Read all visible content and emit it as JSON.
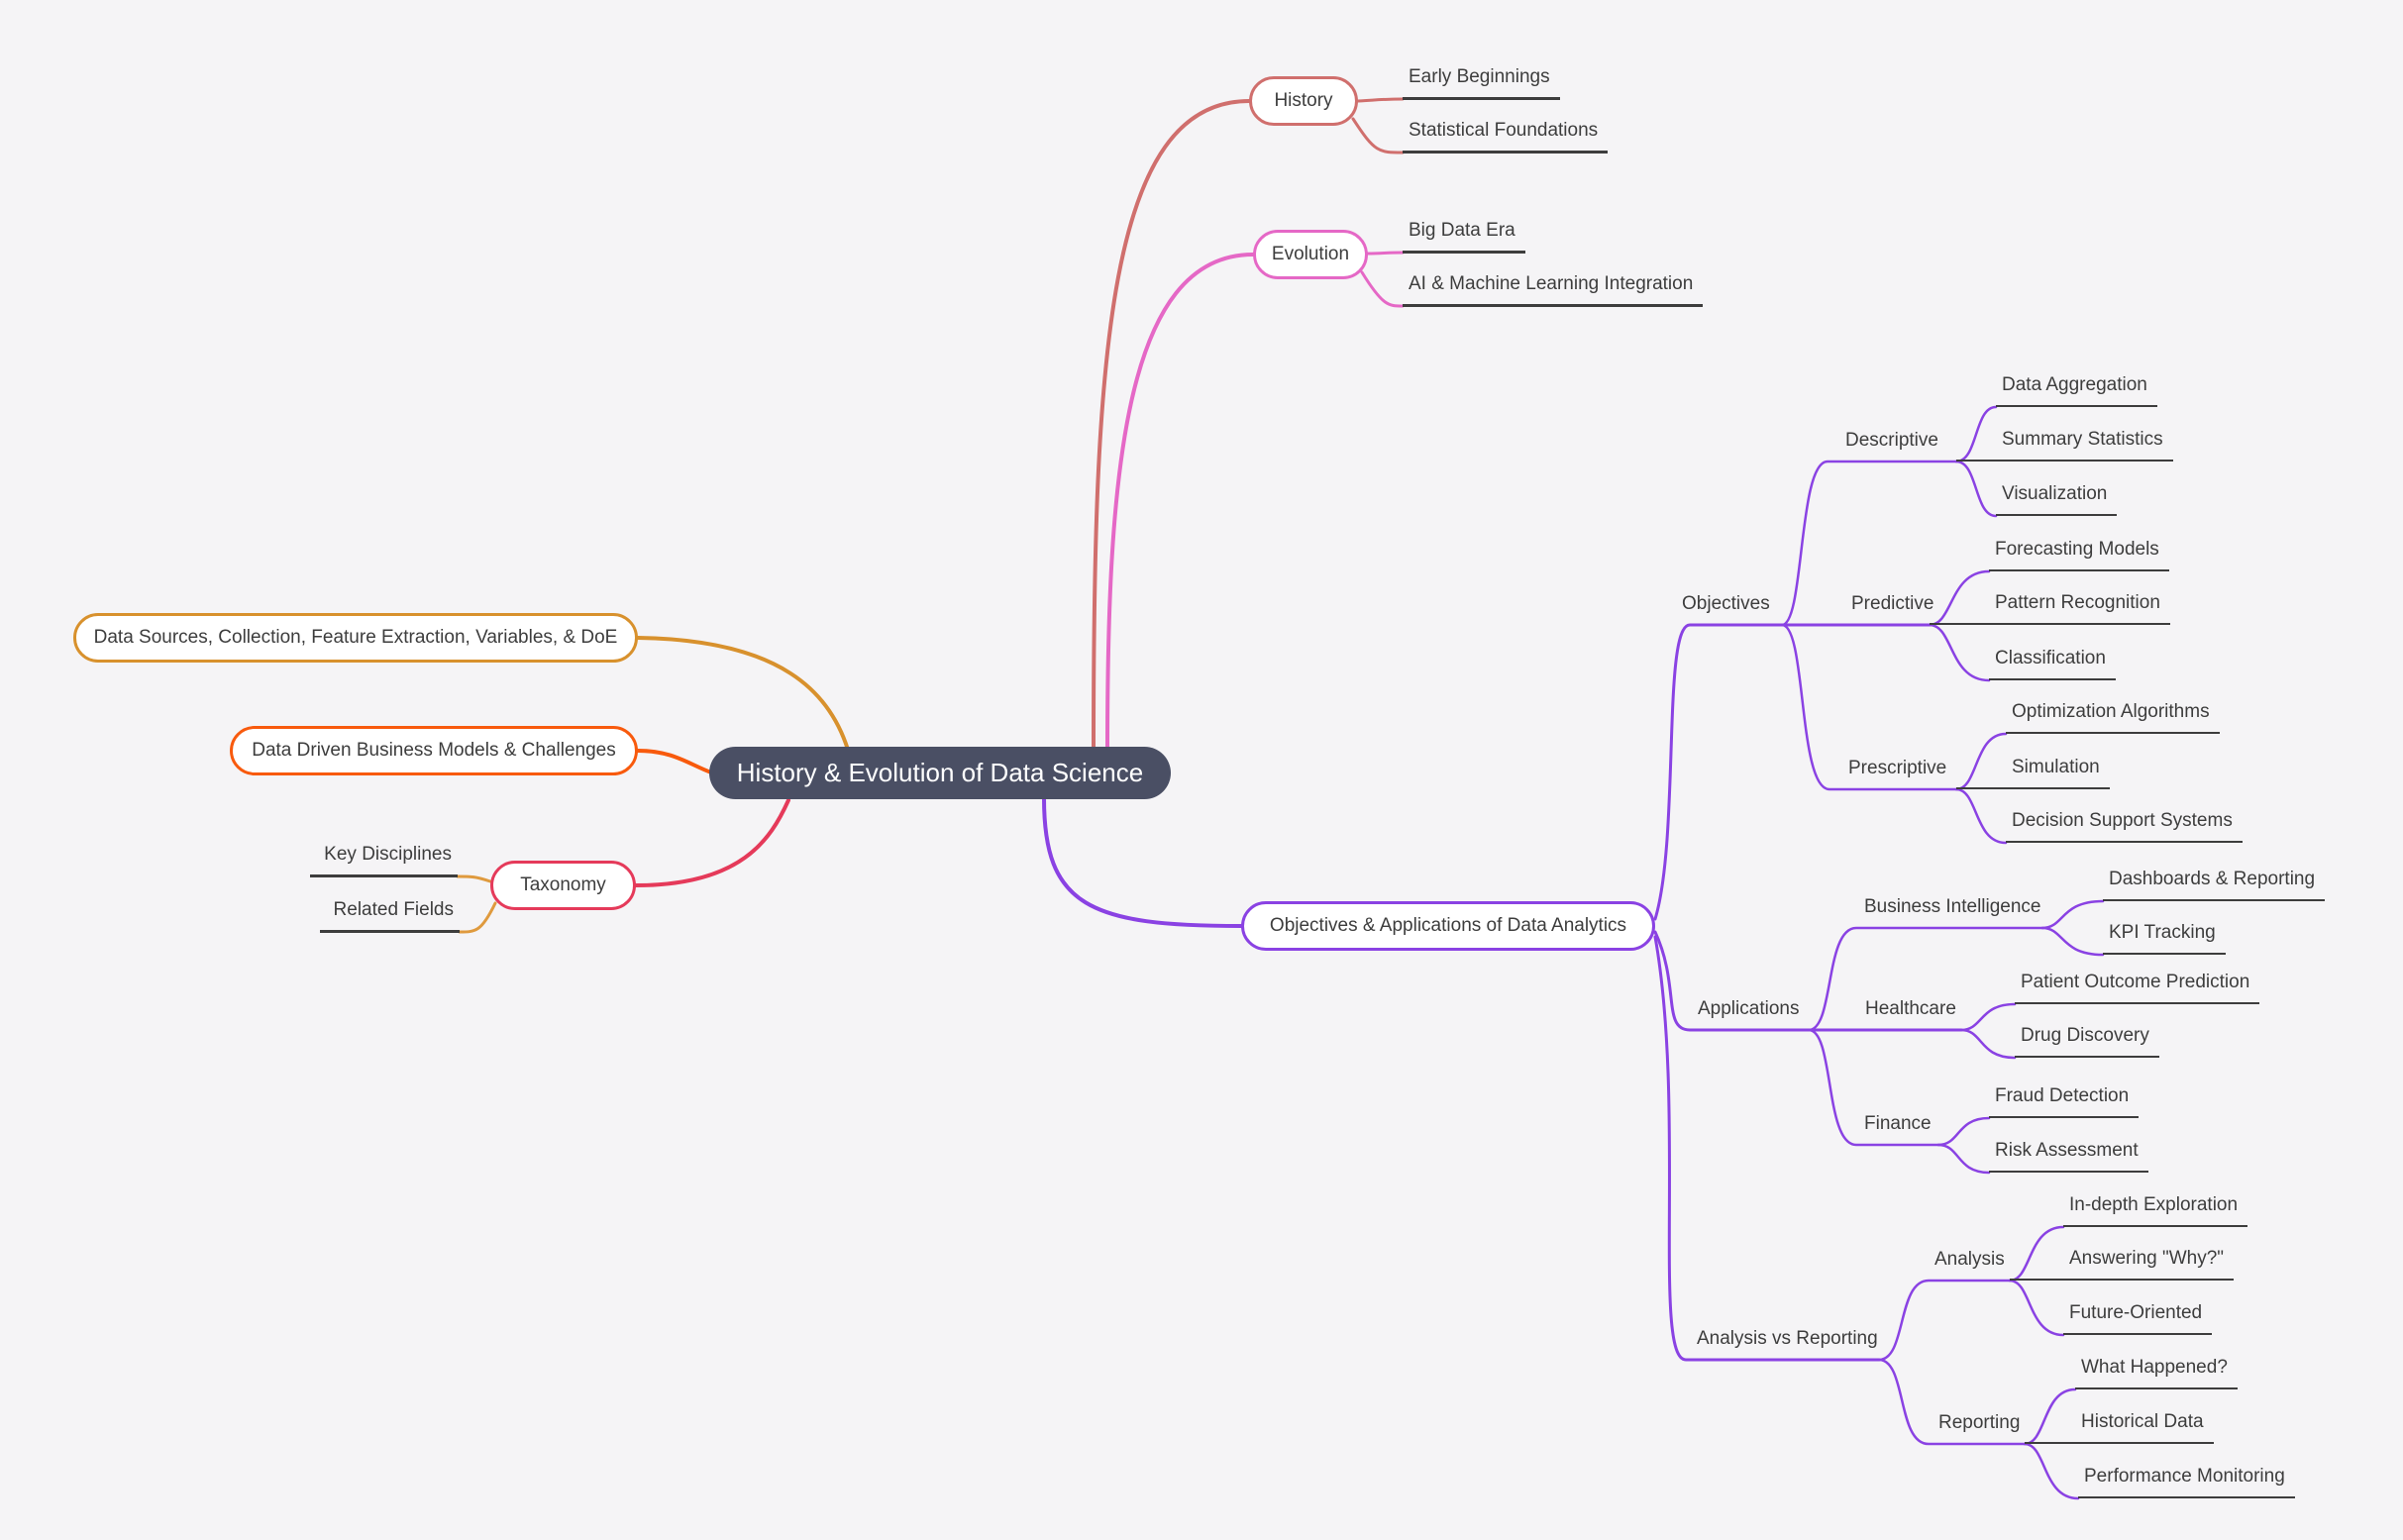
{
  "root": {
    "label": "History & Evolution of Data Science"
  },
  "palette": {
    "background": "#f5f4f6",
    "root_fill": "#4a4f64",
    "root_text": "#ffffff",
    "label_text": "#3d3d3d",
    "history": "#d06f6d",
    "evolution": "#e568c6",
    "data_sources": "#d8912d",
    "data_driven": "#f85a0d",
    "taxonomy": "#e53a5a",
    "taxonomy_children": "#df9a3e",
    "analytics": "#8a42e3"
  },
  "branches": {
    "history": {
      "label": "History",
      "children": [
        "Early Beginnings",
        "Statistical Foundations"
      ]
    },
    "evolution": {
      "label": "Evolution",
      "children": [
        "Big Data Era",
        "AI & Machine Learning Integration"
      ]
    },
    "data_sources": {
      "label": "Data Sources, Collection, Feature Extraction, Variables, & DoE"
    },
    "data_driven": {
      "label": "Data Driven Business Models & Challenges"
    },
    "taxonomy": {
      "label": "Taxonomy",
      "children": [
        "Key Disciplines",
        "Related Fields"
      ]
    },
    "analytics": {
      "label": "Objectives & Applications of Data Analytics",
      "children": {
        "objectives": {
          "label": "Objectives",
          "children": {
            "descriptive": {
              "label": "Descriptive",
              "children": [
                "Data Aggregation",
                "Summary Statistics",
                "Visualization"
              ]
            },
            "predictive": {
              "label": "Predictive",
              "children": [
                "Forecasting Models",
                "Pattern Recognition",
                "Classification"
              ]
            },
            "prescriptive": {
              "label": "Prescriptive",
              "children": [
                "Optimization Algorithms",
                "Simulation",
                "Decision Support Systems"
              ]
            }
          }
        },
        "applications": {
          "label": "Applications",
          "children": {
            "business_intelligence": {
              "label": "Business Intelligence",
              "children": [
                "Dashboards & Reporting",
                "KPI Tracking"
              ]
            },
            "healthcare": {
              "label": "Healthcare",
              "children": [
                "Patient Outcome Prediction",
                "Drug Discovery"
              ]
            },
            "finance": {
              "label": "Finance",
              "children": [
                "Fraud Detection",
                "Risk Assessment"
              ]
            }
          }
        },
        "analysis_vs_reporting": {
          "label": "Analysis vs Reporting",
          "children": {
            "analysis": {
              "label": "Analysis",
              "children": [
                "In-depth Exploration",
                "Answering \"Why?\"",
                "Future-Oriented"
              ]
            },
            "reporting": {
              "label": "Reporting",
              "children": [
                "What Happened?",
                "Historical Data",
                "Performance Monitoring"
              ]
            }
          }
        }
      }
    }
  }
}
